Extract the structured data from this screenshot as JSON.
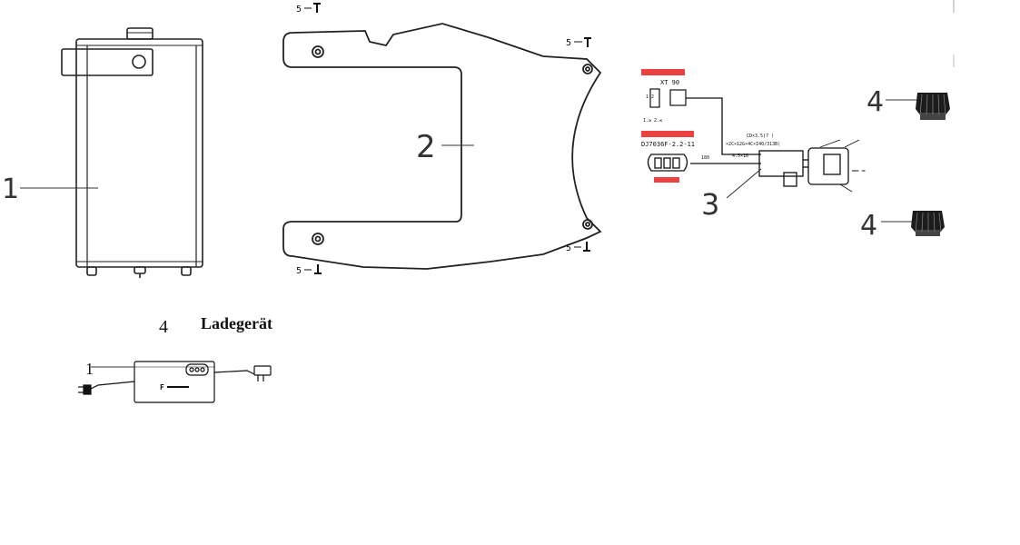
{
  "callouts": {
    "battery": "1",
    "bracket": "2",
    "wiring": "3",
    "cap_top": "4",
    "cap_bottom": "4",
    "screw": "5",
    "charger_number": "4",
    "charger_part": "1"
  },
  "charger_caption": "Ladegerät",
  "wiring_labels": {
    "connector_top_model": "XT 90",
    "connector_bottom_model": "DJ7036F-2.2-11",
    "cable_spec_line1": "CD×3.5(7 )",
    "cable_spec_line2": "×2C×12G×4C×I40/313B(",
    "wire_length": "4.5×16",
    "wire_length2": "180",
    "pin_labels_top": "1 2",
    "pin_labels_mid": "1.≥  2.≤",
    "box_label": "░░░░",
    "plug_side_label": "══ ═"
  },
  "charger_brand": "F"
}
